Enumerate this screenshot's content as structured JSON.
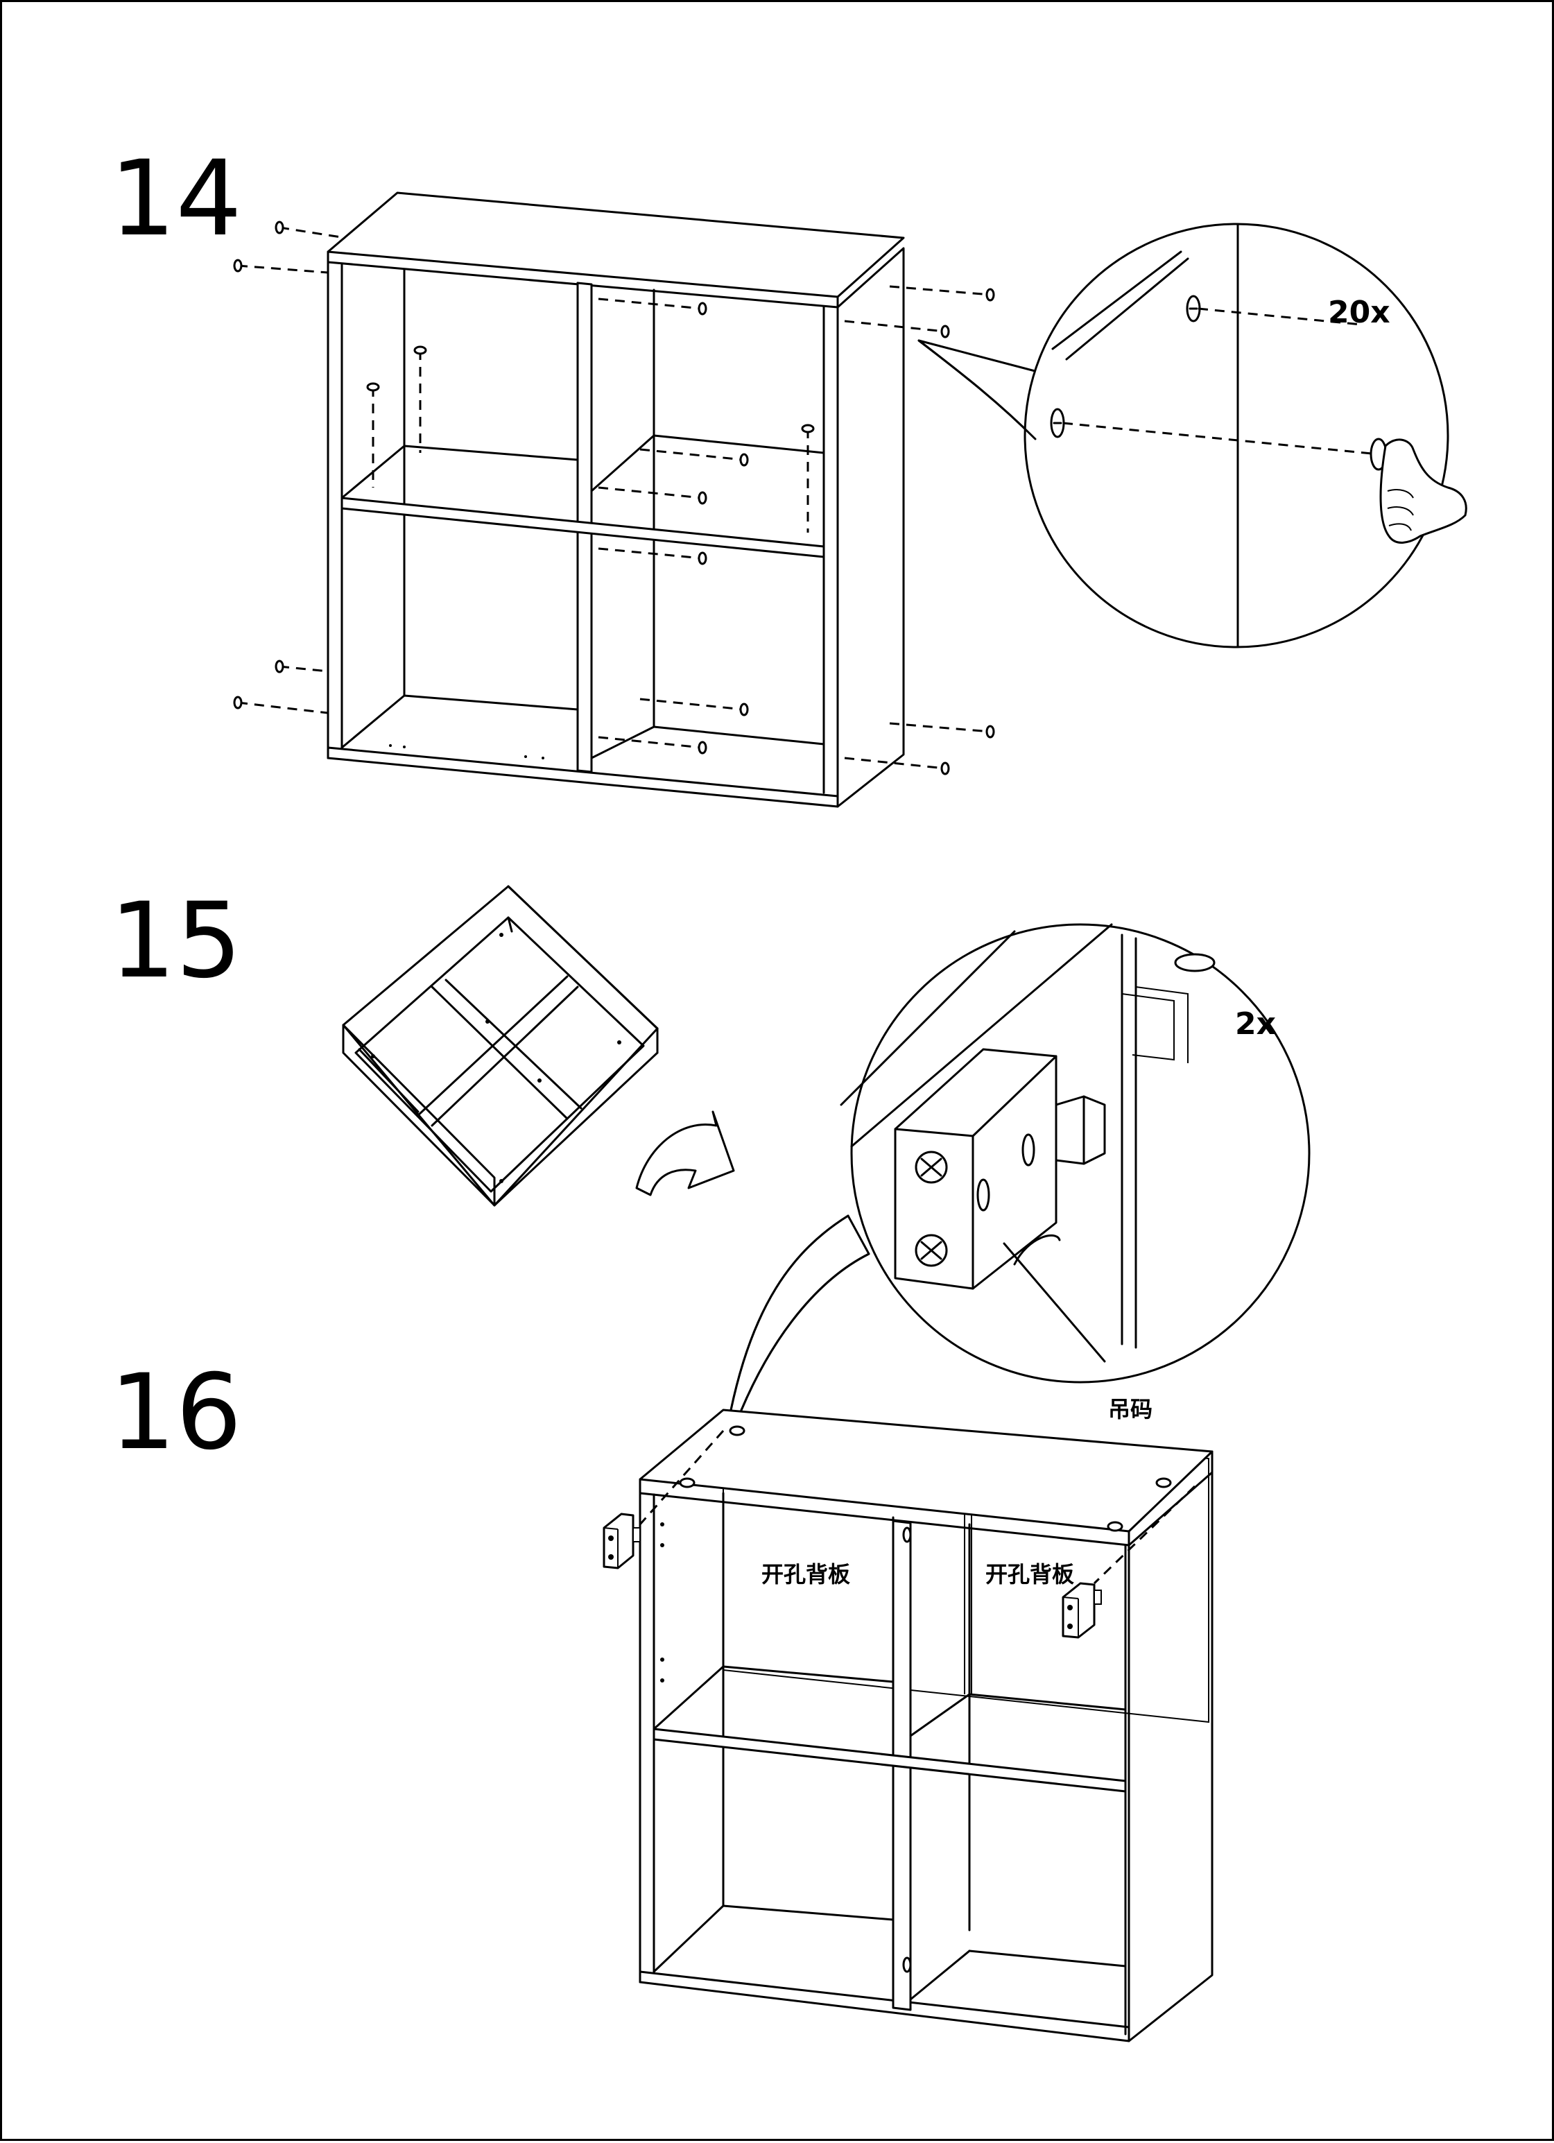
{
  "steps": [
    {
      "number": "14",
      "quantity": "20x"
    },
    {
      "number": "15"
    },
    {
      "number": "16",
      "quantity": "2x"
    }
  ],
  "labels": {
    "hanger": "吊码",
    "back_panel_left": "开孔背板",
    "back_panel_right": "开孔背板"
  },
  "colors": {
    "line": "#000000",
    "background": "#ffffff"
  }
}
